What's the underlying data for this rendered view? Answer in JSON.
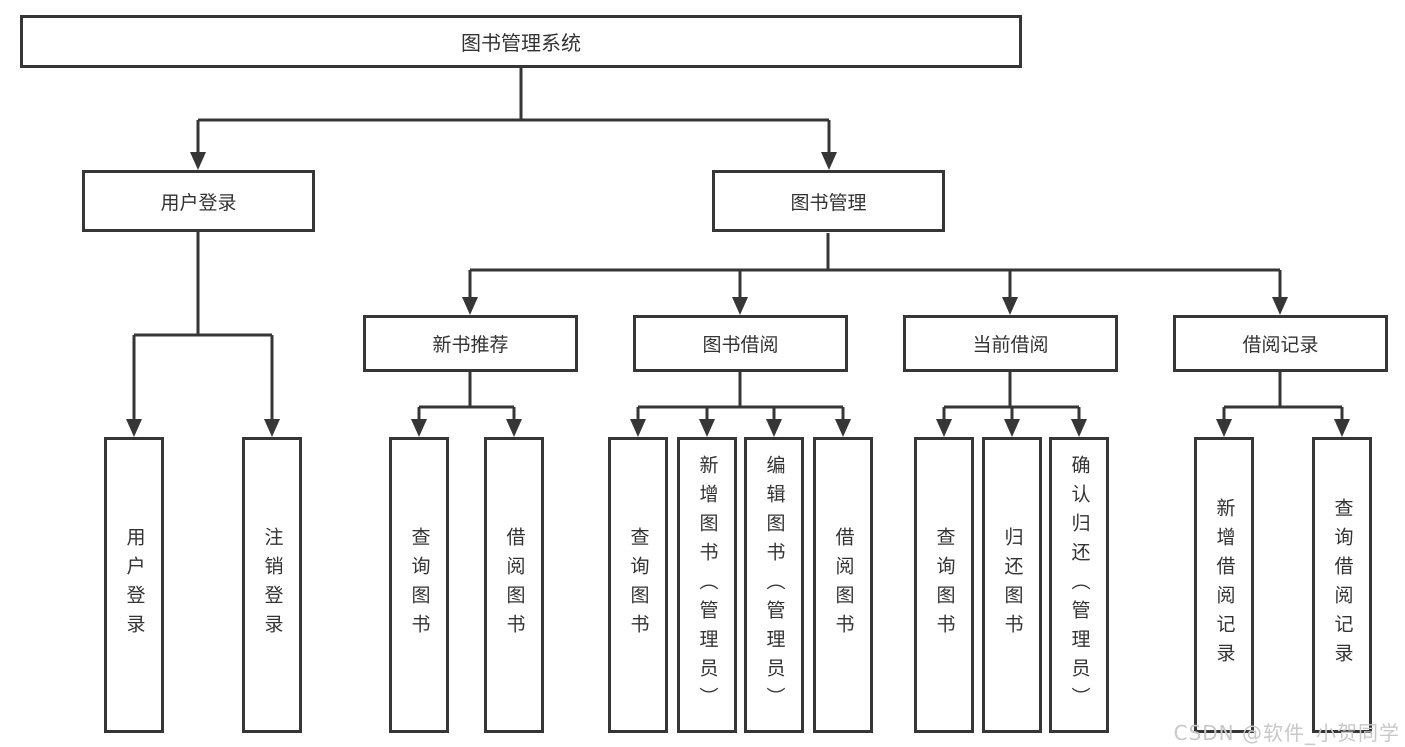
{
  "title": "图书管理系统",
  "level2": {
    "user_login": "用户登录",
    "book_management": "图书管理"
  },
  "level3": {
    "new_book": "新书推荐",
    "book_borrow": "图书借阅",
    "current_borrow": "当前借阅",
    "borrow_record": "借阅记录"
  },
  "leaves": {
    "user_login": [
      "用户登录",
      "注销登录"
    ],
    "new_book": [
      "查询图书",
      "借阅图书"
    ],
    "book_borrow": [
      "查询图书",
      "新增图书（管理员）",
      "编辑图书（管理员）",
      "借阅图书"
    ],
    "current_borrow": [
      "查询图书",
      "归还图书",
      "确认归还（管理员）"
    ],
    "borrow_record": [
      "新增借阅记录",
      "查询借阅记录"
    ]
  },
  "watermark": "CSDN @软件_小贺同学",
  "colors": {
    "line": "#363636",
    "text": "#333333",
    "background": "#ffffff",
    "watermark": "#c8c8c8"
  }
}
